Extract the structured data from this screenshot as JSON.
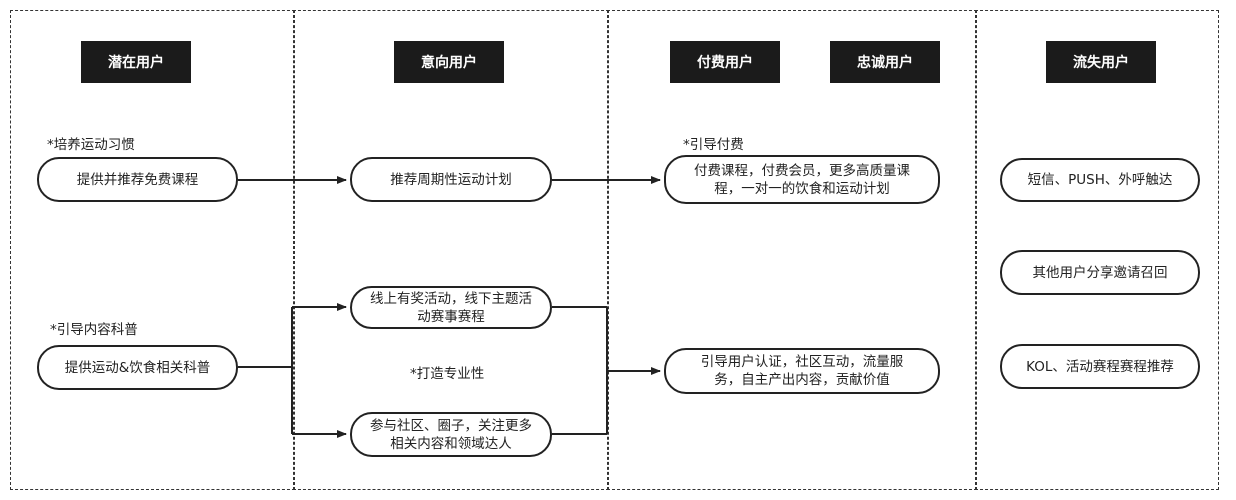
{
  "lanes": {
    "potential": {
      "header": "潜在用户"
    },
    "intent": {
      "header": "意向用户"
    },
    "paying": {
      "header": "付费用户",
      "header2": "忠诚用户"
    },
    "lost": {
      "header": "流失用户"
    }
  },
  "notes": {
    "habit": "*培养运动习惯",
    "science": "*引导内容科普",
    "professional": "*打造专业性",
    "pay": "*引导付费"
  },
  "nodes": {
    "free_course": "提供并推荐免费课程",
    "science_content": "提供运动&饮食相关科普",
    "periodic_plan": "推荐周期性运动计划",
    "online_activity": "线上有奖活动，线下主题活动赛事赛程",
    "community": "参与社区、圈子，关注更多相关内容和领域达人",
    "paid_course": "付费课程，付费会员，更多高质量课程，一对一的饮食和运动计划",
    "user_guide": "引导用户认证，社区互动，流量服务，自主产出内容，贡献价值",
    "sms": "短信、PUSH、外呼触达",
    "invite": "其他用户分享邀请召回",
    "kol": "KOL、活动赛程赛程推荐"
  },
  "colors": {
    "header_bg": "#1b1b1b",
    "line": "#222222"
  }
}
